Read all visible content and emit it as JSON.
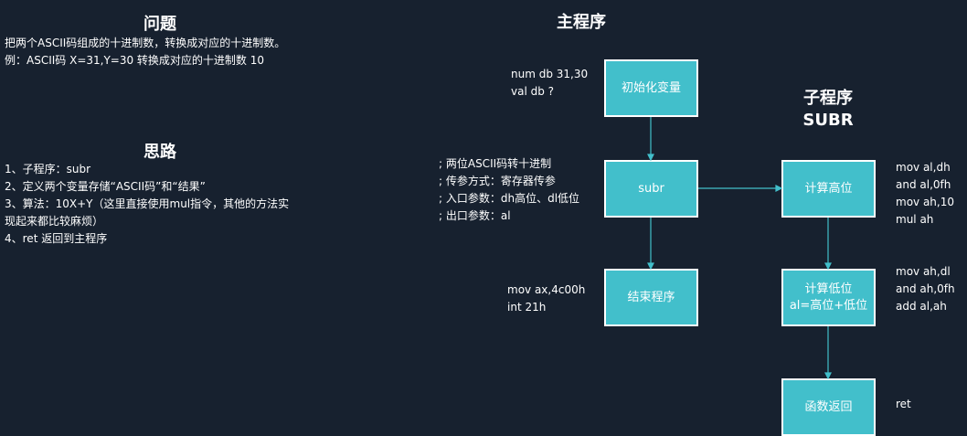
{
  "problem": {
    "heading": "问题",
    "line1": "把两个ASCII码组成的十进制数，转换成对应的十进制数。",
    "line2": "例：ASCII码 X=31,Y=30 转换成对应的十进制数 10"
  },
  "idea": {
    "heading": "思路",
    "items": [
      "1、子程序：subr",
      "2、定义两个变量存储“ASCII码”和“结果”",
      "3、算法：10X+Y（这里直接使用mul指令，其他的方法实",
      "现起来都比较麻烦）",
      "4、ret 返回到主程序"
    ]
  },
  "main": {
    "heading": "主程序",
    "vars": [
      "num db 31,30",
      "val db ?"
    ],
    "comments": [
      "; 两位ASCII码转十进制",
      "; 传参方式：寄存器传参",
      "; 入口参数：dh高位、dl低位",
      "; 出口参数：al"
    ],
    "exit_code": [
      "mov ax,4c00h",
      "int 21h"
    ],
    "boxes": {
      "init": "初始化变量",
      "subr": "subr",
      "end": "结束程序"
    }
  },
  "sub": {
    "heading_line1": "子程序",
    "heading_line2": "SUBR",
    "boxes": {
      "high": "计算高位",
      "low_line1": "计算低位",
      "low_line2": "al=高位+低位",
      "ret": "函数返回"
    },
    "high_code": [
      "mov al,dh",
      "and al,0fh",
      "mov ah,10",
      "mul ah"
    ],
    "low_code": [
      "mov ah,dl",
      "and ah,0fh",
      "add al,ah"
    ],
    "ret_code": "ret"
  },
  "colors": {
    "background": "#17212f",
    "box_fill": "#42bfcb",
    "box_border": "#ffffff",
    "arrow": "#42bfcb"
  }
}
